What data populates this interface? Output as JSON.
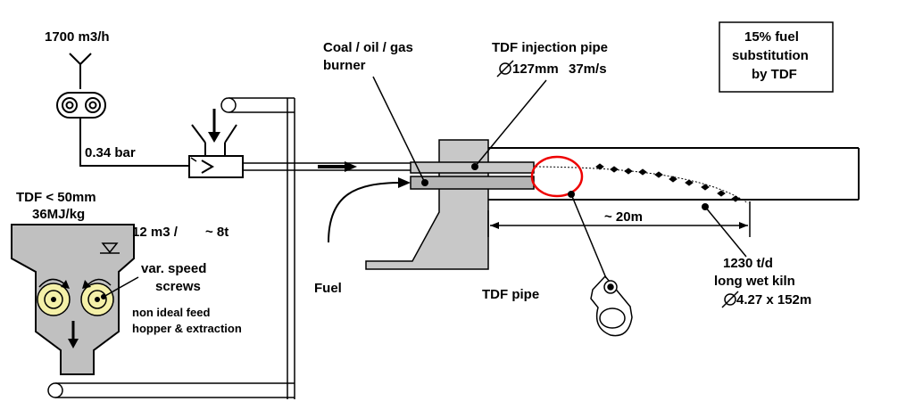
{
  "labels": {
    "air_flow": "1700 m3/h",
    "pressure": "0.34 bar",
    "tdf_size": "TDF < 50mm",
    "tdf_energy": "36MJ/kg",
    "hopper_volume": "12 m3 /",
    "hopper_mass": "~ 8t",
    "screws_line1": "var. speed",
    "screws_line2": "screws",
    "feed_line1": "non ideal feed",
    "feed_line2": "hopper & extraction",
    "burner_line1": "Coal / oil / gas",
    "burner_line2": "burner",
    "injection_line1": "TDF injection pipe",
    "injection_diameter": "127mm",
    "injection_velocity": "37m/s",
    "fuel": "Fuel",
    "tdf_pipe": "TDF pipe",
    "distance": "~ 20m",
    "kiln_capacity": "1230 t/d",
    "kiln_type": "long wet kiln",
    "kiln_dimensions": "4.27 x 152m",
    "substitution_line1": "15% fuel",
    "substitution_line2": "substitution",
    "substitution_line3": "by TDF"
  },
  "colors": {
    "line": "#000000",
    "kiln_fill": "#ffffff",
    "burner_pipe": "#b4b4b4",
    "structure": "#c8c8c8",
    "hopper": "#c0c0c0",
    "screw_fill": "#f4f0a8",
    "highlight_circle": "#ee0000"
  }
}
